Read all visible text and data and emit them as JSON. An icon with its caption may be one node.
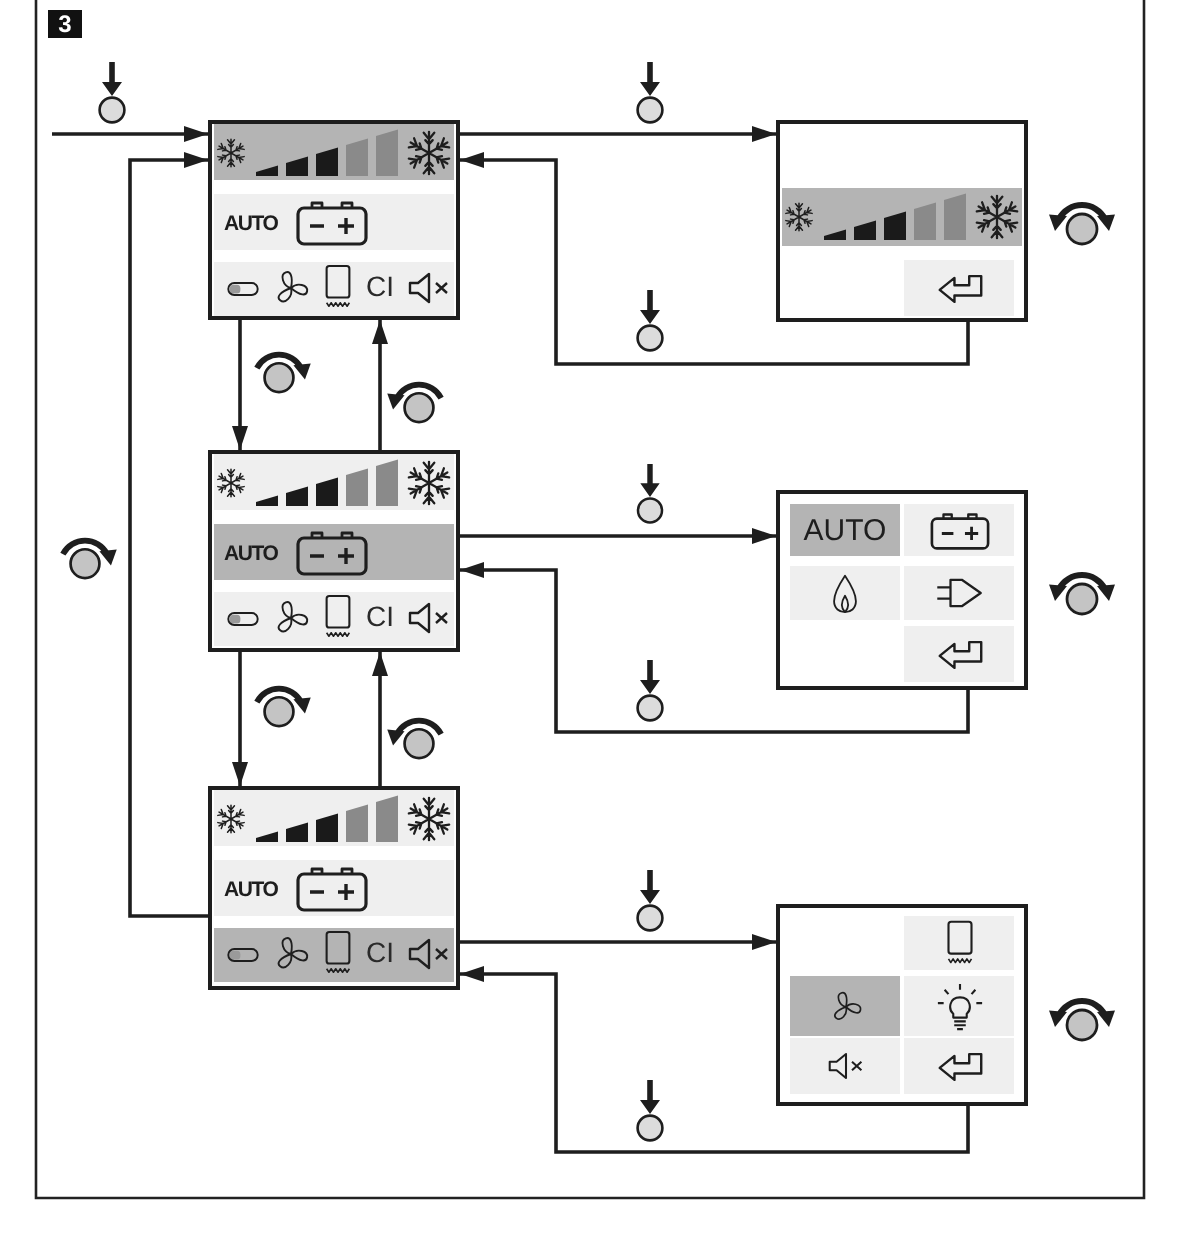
{
  "diagram": {
    "nodes": [
      {
        "text": [
          "AUTO",
          "CI"
        ]
      },
      {
        "text": [],
        "shape": "box"
      },
      {
        "text": [
          "AUTO",
          "CI"
        ]
      },
      {
        "text": [
          "AUTO"
        ]
      },
      {
        "text": [
          "AUTO",
          "CI"
        ]
      },
      {
        "text": [],
        "shape": "box"
      }
    ],
    "edges": [
      {
        "from": null,
        "to": 0,
        "arrow": "to"
      },
      {
        "from": 0,
        "to": 1,
        "arrow": "to"
      },
      {
        "from": 1,
        "to": 0,
        "arrow": "to"
      },
      {
        "from": 0,
        "to": 2,
        "arrow": "to"
      },
      {
        "from": 2,
        "to": 0,
        "arrow": "to"
      },
      {
        "from": 4,
        "to": 0,
        "arrow": "to"
      },
      {
        "from": 2,
        "to": 3,
        "arrow": "to"
      },
      {
        "from": 3,
        "to": 2,
        "arrow": "to"
      },
      {
        "from": 2,
        "to": 4,
        "arrow": "to"
      },
      {
        "from": 4,
        "to": 2,
        "arrow": "to"
      },
      {
        "from": 4,
        "to": 5,
        "arrow": "to"
      },
      {
        "from": 5,
        "to": 4,
        "arrow": "to"
      }
    ],
    "labels": [
      "3"
    ]
  }
}
